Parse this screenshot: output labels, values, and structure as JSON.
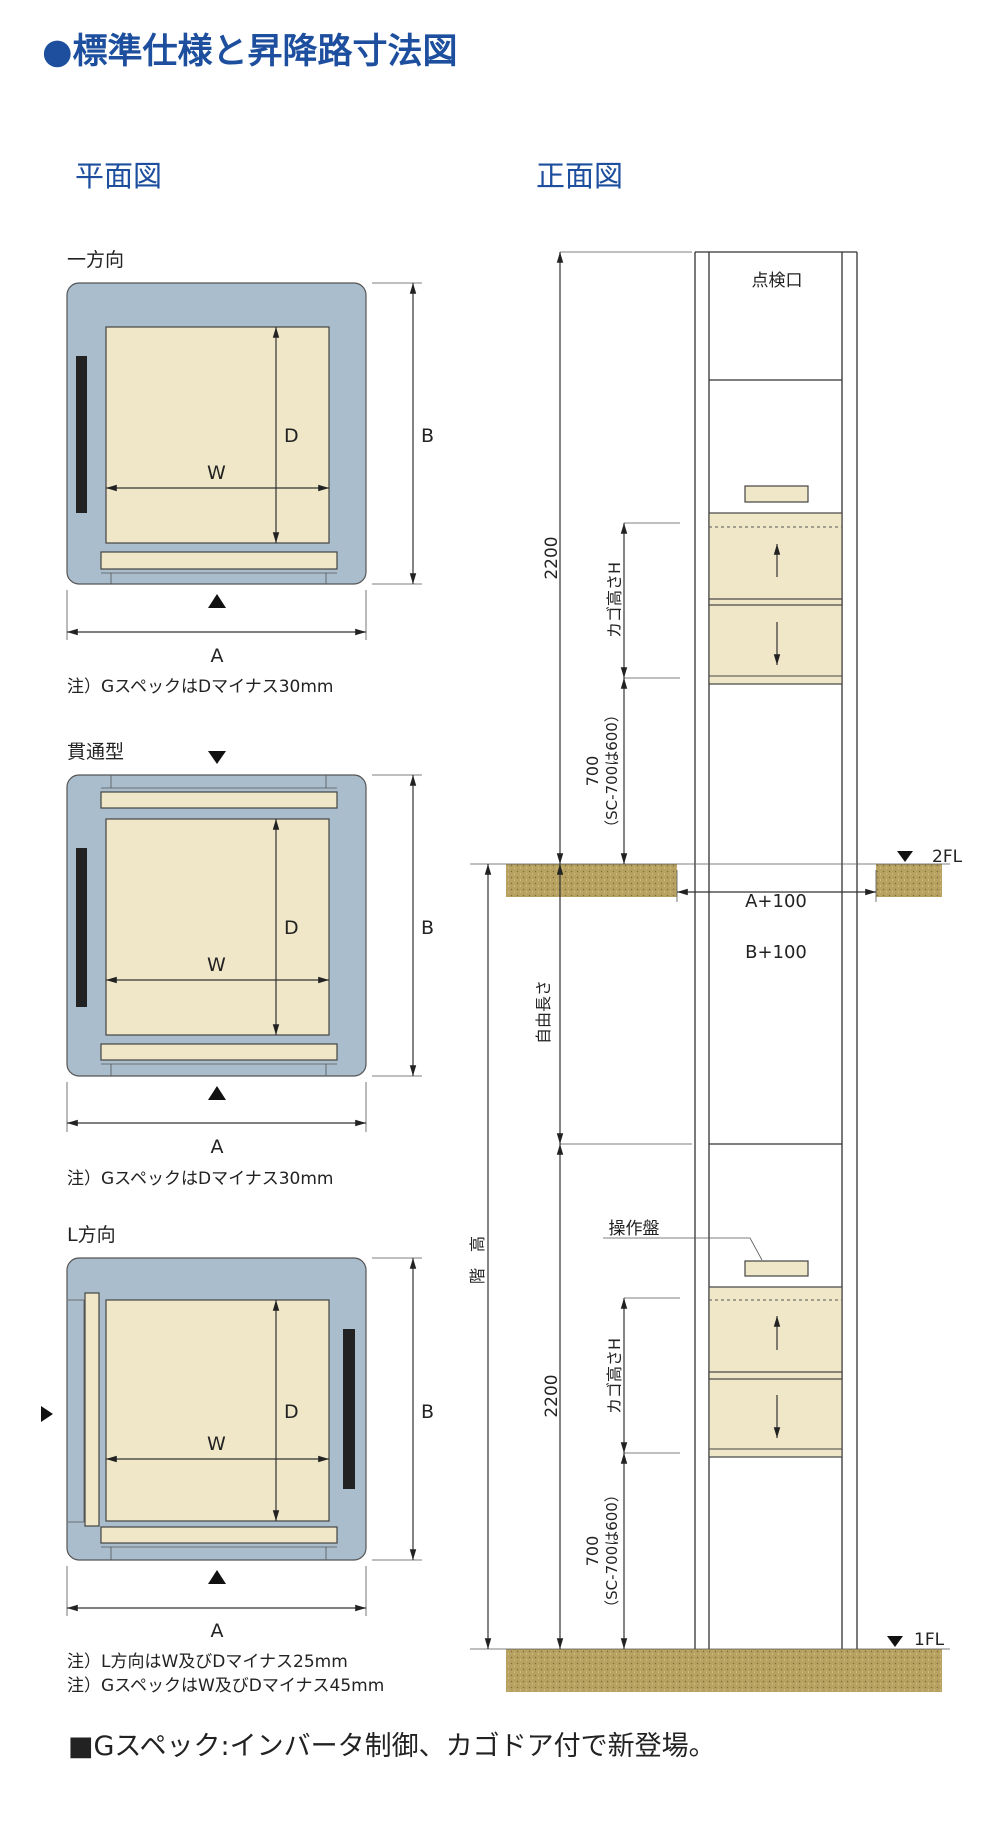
{
  "title": "●標準仕様と昇降路寸法図",
  "plan_title": "平面図",
  "front_title": "正面図",
  "plans": [
    {
      "label": "一方向",
      "A": "A",
      "B": "B",
      "D": "D",
      "W": "W",
      "notes": [
        "注）GスペックはDマイナス30mm"
      ]
    },
    {
      "label": "貫通型",
      "A": "A",
      "B": "B",
      "D": "D",
      "W": "W",
      "notes": [
        "注）GスペックはDマイナス30mm"
      ]
    },
    {
      "label": "L方向",
      "A": "A",
      "B": "B",
      "D": "D",
      "W": "W",
      "notes": [
        "注）L方向はW及びDマイナス25mm",
        "注）GスペックはW及びDマイナス45mm"
      ]
    }
  ],
  "elevation": {
    "inspection_port": "点検口",
    "upper_2200": "2200",
    "upper_car_height": "カゴ高さH",
    "upper_700": "700",
    "upper_700_note": "（SC-700は600）",
    "floor_2": "2FL",
    "a_plus": "A+100",
    "b_plus": "B+100",
    "free_length": "自由長さ",
    "floor_height": "階　高",
    "control_panel": "操作盤",
    "lower_2200": "2200",
    "lower_car_height": "カゴ高さH",
    "lower_700": "700",
    "lower_700_note": "（SC-700は600）",
    "floor_1": "1FL"
  },
  "footer": "■Gスペック:インバータ制御、カゴドア付で新登場。",
  "colors": {
    "title": "#1d4f9e",
    "hoistway": "#a9bdcd",
    "car": "#efe7c7",
    "ground": "#b8a262"
  }
}
